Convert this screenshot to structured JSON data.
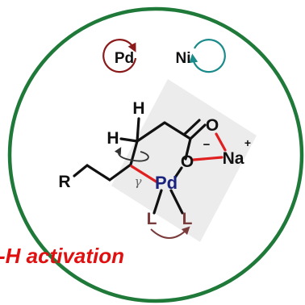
{
  "badges": [
    {
      "label": "Pd",
      "color": "#8b1a1a"
    },
    {
      "label": "Ni",
      "color": "#1a8a8a"
    }
  ],
  "atoms": {
    "h_top": "H",
    "h_left": "H",
    "o_top": "O",
    "minus": "−",
    "sodium": "Na",
    "plus": "+",
    "o_bottom": "O",
    "r_group": "R",
    "gamma": "γ",
    "palladium": "Pd",
    "ligand_left": "L",
    "ligand_right": "L"
  },
  "caption": "-H activation",
  "colors": {
    "ring": "#1f7a3a",
    "palladium": "#1a237e",
    "highlight_bond": "#e02020",
    "ligand": "#7a3b3b",
    "caption": "#e01010",
    "backdrop": "#ececec",
    "gamma": "#666666"
  }
}
